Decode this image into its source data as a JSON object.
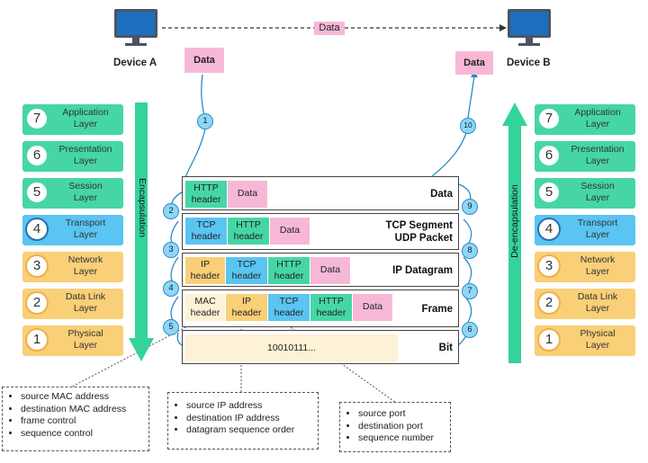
{
  "devices": {
    "a": "Device A",
    "b": "Device B"
  },
  "data_label": "Data",
  "data_box_a": "Data",
  "data_box_b": "Data",
  "encapsulation": "Encapsulation",
  "deencapsulation": "De-encapsulation",
  "layers": [
    {
      "n": "7",
      "name_line1": "Application",
      "name_line2": "Layer",
      "color": "green"
    },
    {
      "n": "6",
      "name_line1": "Presentation",
      "name_line2": "Layer",
      "color": "green"
    },
    {
      "n": "5",
      "name_line1": "Session",
      "name_line2": "Layer",
      "color": "green"
    },
    {
      "n": "4",
      "name_line1": "Transport",
      "name_line2": "Layer",
      "color": "blue"
    },
    {
      "n": "3",
      "name_line1": "Network",
      "name_line2": "Layer",
      "color": "orange"
    },
    {
      "n": "2",
      "name_line1": "Data Link",
      "name_line2": "Layer",
      "color": "orange"
    },
    {
      "n": "1",
      "name_line1": "Physical",
      "name_line2": "Layer",
      "color": "orange"
    }
  ],
  "rows": {
    "data": {
      "label": "Data",
      "seg_http": [
        "HTTP",
        "header"
      ],
      "seg_data": "Data"
    },
    "tcp": {
      "label1": "TCP Segment",
      "label2": "UDP Packet",
      "seg_tcp": [
        "TCP",
        "header"
      ],
      "seg_http": [
        "HTTP",
        "header"
      ],
      "seg_data": "Data"
    },
    "ip": {
      "label": "IP Datagram",
      "seg_ip": [
        "IP",
        "header"
      ],
      "seg_tcp": [
        "TCP",
        "header"
      ],
      "seg_http": [
        "HTTP",
        "header"
      ],
      "seg_data": "Data"
    },
    "frame": {
      "label": "Frame",
      "seg_mac": [
        "MAC",
        "header"
      ],
      "seg_ip": [
        "IP",
        "header"
      ],
      "seg_tcp": [
        "TCP",
        "header"
      ],
      "seg_http": [
        "HTTP",
        "header"
      ],
      "seg_data": "Data"
    },
    "bit": {
      "label": "Bit",
      "bits": "10010111..."
    }
  },
  "steps_left": [
    "1",
    "2",
    "3",
    "4",
    "5"
  ],
  "steps_right": [
    "6",
    "7",
    "8",
    "9",
    "10"
  ],
  "info_mac": [
    "source MAC address",
    "destination MAC address",
    "frame control",
    "sequence control"
  ],
  "info_ip": [
    "source IP address",
    "destination IP address",
    "datagram sequence order"
  ],
  "info_tcp": [
    "source port",
    "destination port",
    "sequence number"
  ]
}
